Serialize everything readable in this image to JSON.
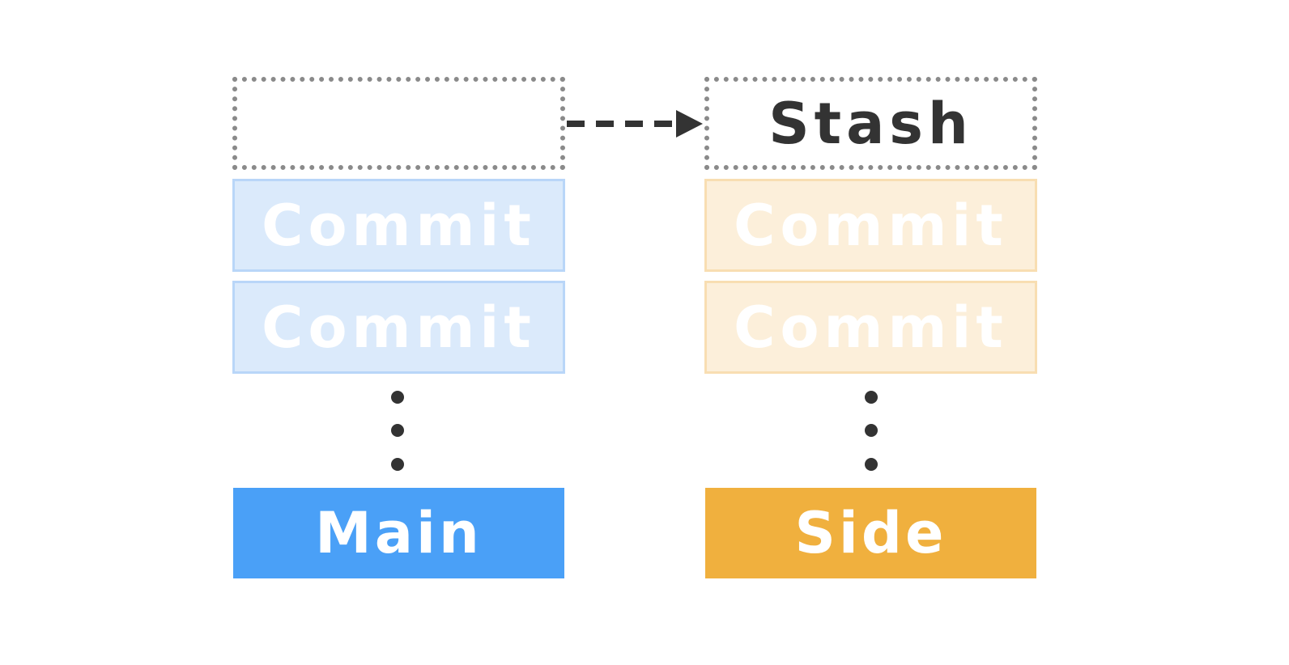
{
  "main_column": {
    "stash_slot_label": "",
    "commits": [
      "Commit",
      "Commit"
    ],
    "branch_label": "Main"
  },
  "side_column": {
    "stash_label": "Stash",
    "commits": [
      "Commit",
      "Commit"
    ],
    "branch_label": "Side"
  },
  "colors": {
    "main_branch": "#4aa0f7",
    "main_commit_fill": "#dbeafb",
    "side_branch": "#f0b03e",
    "side_commit_fill": "#fcefda",
    "dotted_border": "#8a8a8a",
    "text_dark": "#333333"
  },
  "icons": {
    "move_arrow": "dashed-right-arrow-icon",
    "ellipsis": "vertical-ellipsis-icon"
  }
}
